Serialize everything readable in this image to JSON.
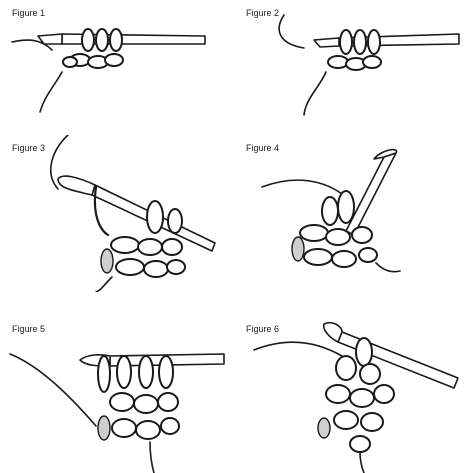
{
  "figures": [
    {
      "label": "Figure 1"
    },
    {
      "label": "Figure 2"
    },
    {
      "label": "Figure 3"
    },
    {
      "label": "Figure 4"
    },
    {
      "label": "Figure 5"
    },
    {
      "label": "Figure 6"
    }
  ]
}
